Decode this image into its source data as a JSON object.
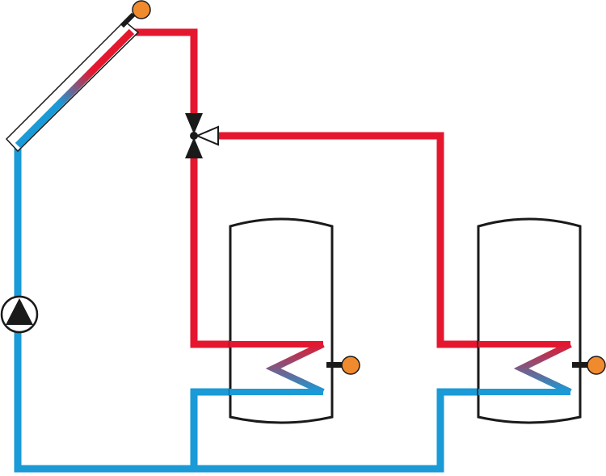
{
  "diagram": {
    "type": "solar-thermal-hydraulic-schematic",
    "colors": {
      "hot": "#e5172f",
      "cold": "#1a9ad6",
      "sensor": "#f08a2e",
      "outline": "#1a1a1a",
      "background": "#ffffff"
    },
    "components": [
      {
        "name": "solar-collector"
      },
      {
        "name": "collector-temperature-sensor"
      },
      {
        "name": "circulation-pump"
      },
      {
        "name": "three-way-diverter-valve"
      },
      {
        "name": "storage-tank-1",
        "sensor": "tank-1-temperature-sensor",
        "coil": "heat-exchanger-coil"
      },
      {
        "name": "storage-tank-2",
        "sensor": "tank-2-temperature-sensor",
        "coil": "heat-exchanger-coil"
      }
    ]
  }
}
